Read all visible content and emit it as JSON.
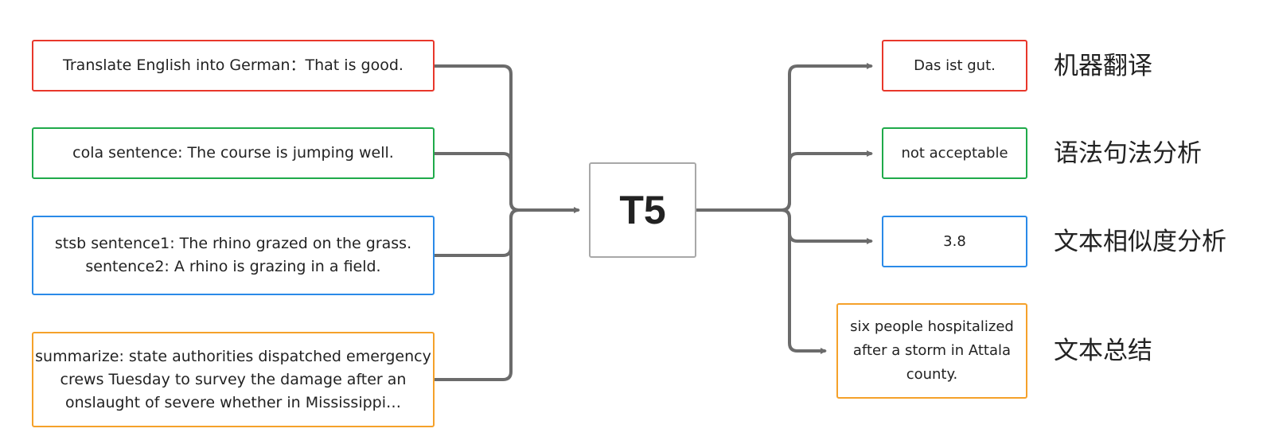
{
  "model": {
    "name": "T5"
  },
  "inputs": [
    {
      "text": "Translate English into German：That is good.",
      "color": "#e8372b"
    },
    {
      "text": "cola sentence: The course is jumping well.",
      "color": "#1faa4a"
    },
    {
      "text": "stsb sentence1: The rhino grazed on the grass.\nsentence2: A rhino is grazing in a field.",
      "color": "#2a8ae8"
    },
    {
      "text": "summarize: state authorities dispatched emergency\ncrews Tuesday to survey the damage after an\nonslaught of severe whether in Mississippi…",
      "color": "#f5a12a"
    }
  ],
  "outputs": [
    {
      "text": "Das ist gut.",
      "task": "机器翻译",
      "color": "#e8372b"
    },
    {
      "text": "not acceptable",
      "task": "语法句法分析",
      "color": "#1faa4a"
    },
    {
      "text": "3.8",
      "task": "文本相似度分析",
      "color": "#2a8ae8"
    },
    {
      "text": "six people hospitalized\nafter a storm in Attala\ncounty.",
      "task": "文本总结",
      "color": "#f5a12a"
    }
  ],
  "connector_color": "#6b6b6b"
}
